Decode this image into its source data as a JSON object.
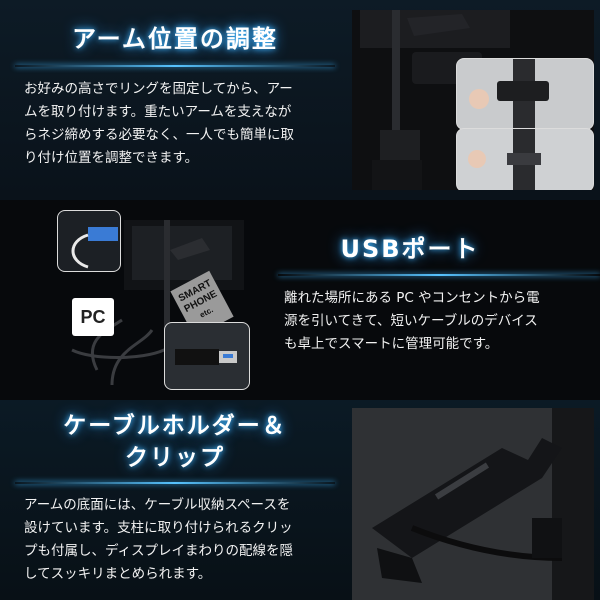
{
  "sections": [
    {
      "title": "アーム位置の調整",
      "lines": [
        "お好みの高さでリングを固定してから、アー",
        "ムを取り付けます。重たいアームを支えなが",
        "らネジ締めする必要なく、一人でも簡単に取",
        "り付け位置を調整できます。"
      ]
    },
    {
      "title": "USBポート",
      "lines": [
        "離れた場所にある PC やコンセントから電",
        "源を引いてきて、短いケーブルのデバイス",
        "も卓上でスマートに管理可能です。"
      ],
      "pc_label": "PC",
      "smartphone_label": [
        "SMART",
        "PHONE",
        "etc."
      ]
    },
    {
      "title_lines": [
        "ケーブルホルダー＆",
        "クリップ"
      ],
      "lines": [
        "アームの底面には、ケーブル収納スペースを",
        "設けています。支柱に取り付けられるクリッ",
        "プも付属し、ディスプレイまわりの配線を隠",
        "してスッキリまとめられます。"
      ]
    }
  ],
  "colors": {
    "glow": "#3fb6ff",
    "text": "#f2f2f2"
  }
}
